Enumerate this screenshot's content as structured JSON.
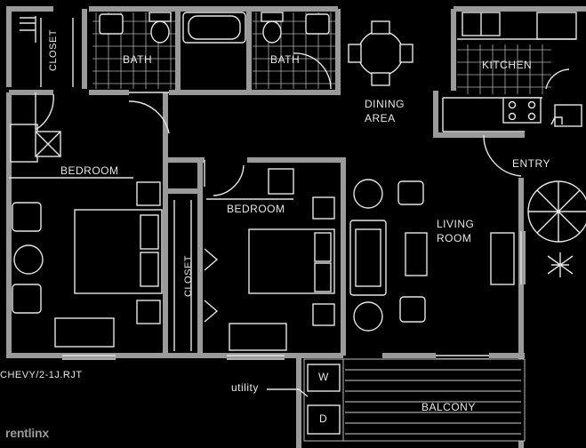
{
  "rooms": {
    "bath_left": "BATH",
    "bath_right": "BATH",
    "kitchen": "KITCHEN",
    "dining": "DINING\nAREA",
    "dining_line1": "DINING",
    "dining_line2": "AREA",
    "bedroom_main": "BEDROOM",
    "bedroom_second": "BEDROOM",
    "living_line1": "LIVING",
    "living_line2": "ROOM",
    "entry": "ENTRY",
    "balcony": "BALCONY",
    "closet_top": "CLOSET",
    "closet_mid": "CLOSET",
    "utility": "utility",
    "washer": "W",
    "dryer": "D"
  },
  "plan_code": "CHEVY/2-1J.RJT",
  "watermark": "rentlinx",
  "colors": {
    "background": "#000000",
    "wall": "#9a9a9a",
    "line": "#e6e6e6"
  }
}
